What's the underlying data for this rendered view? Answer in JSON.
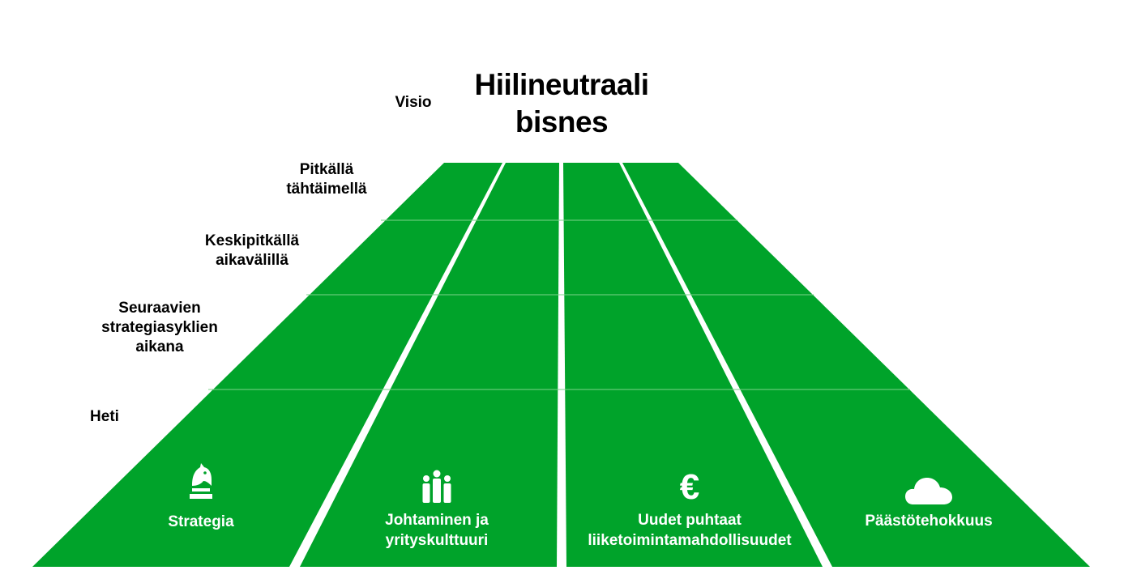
{
  "vision": {
    "label": "Visio",
    "title_lines": [
      "Hiilineutraali",
      "bisnes"
    ]
  },
  "horizons": [
    {
      "lines": [
        "Pitkällä",
        "tähtäimellä"
      ]
    },
    {
      "lines": [
        "Keskipitkällä",
        "aikavälillä"
      ]
    },
    {
      "lines": [
        "Seuraavien",
        "strategiasyklien",
        "aikana"
      ]
    },
    {
      "lines": [
        "Heti"
      ]
    }
  ],
  "columns": [
    {
      "icon": "chess-knight-icon",
      "lines": [
        "Strategia"
      ]
    },
    {
      "icon": "people-icon",
      "lines": [
        "Johtaminen ja",
        "yrityskulttuuri"
      ]
    },
    {
      "icon": "euro-icon",
      "lines": [
        "Uudet puhtaat",
        "liiketoimintamahdollisuudet"
      ]
    },
    {
      "icon": "cloud-icon",
      "lines": [
        "Päästötehokkuus"
      ]
    }
  ],
  "colors": {
    "road_green": "#00a32a",
    "grid_line": "#7bd38a",
    "text_dark": "#000000",
    "text_light": "#ffffff"
  }
}
